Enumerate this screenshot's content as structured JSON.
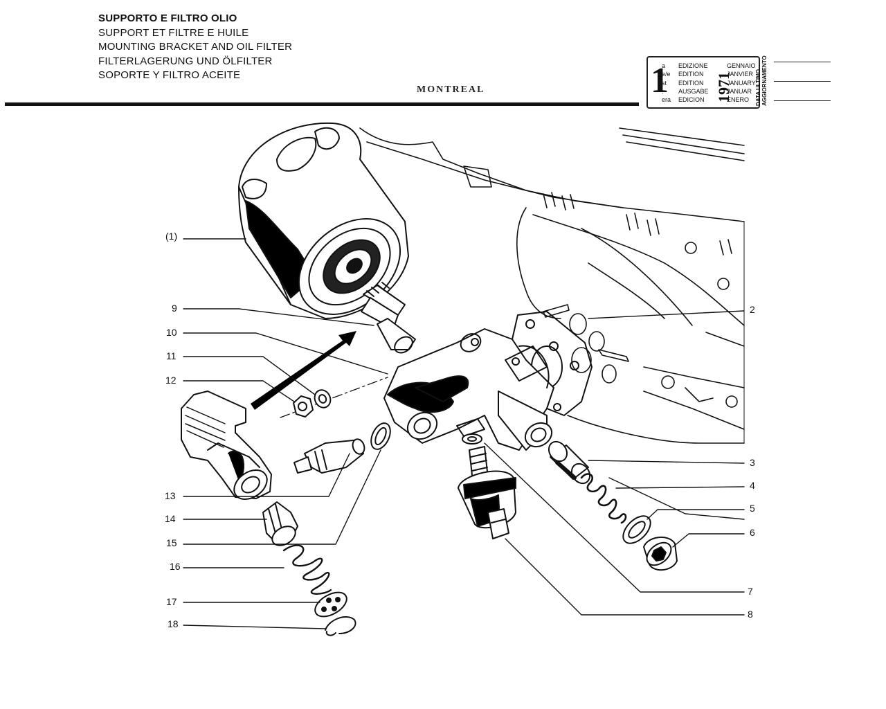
{
  "header": {
    "titles": [
      "SUPPORTO E FILTRO OLIO",
      "SUPPORT ET FILTRE E HUILE",
      "MOUNTING BRACKET AND OIL FILTER",
      "FILTERLAGERUNG UND ÖLFILTER",
      "SOPORTE Y FILTRO ACEITE"
    ],
    "model_logo": "MONTREAL"
  },
  "edition": {
    "number": "1",
    "suffixes": [
      "a",
      "e/e",
      "st",
      ".",
      "era"
    ],
    "edition_words": [
      "EDIZIONE",
      "EDITION",
      "EDITION",
      "AUSGABE",
      "EDICION"
    ],
    "year": "1971",
    "months": [
      "GENNAIO",
      "JANVIER",
      "JANUARY",
      "JANUAR",
      "ENERO"
    ],
    "update_label": "DATA ULTIMO AGGIORNAMENTO"
  },
  "callouts": {
    "left": [
      "(1)",
      "9",
      "10",
      "11",
      "12",
      "13",
      "14",
      "15",
      "16",
      "17",
      "18"
    ],
    "right": [
      "2",
      "3",
      "4",
      "5",
      "6",
      "7",
      "8"
    ]
  }
}
